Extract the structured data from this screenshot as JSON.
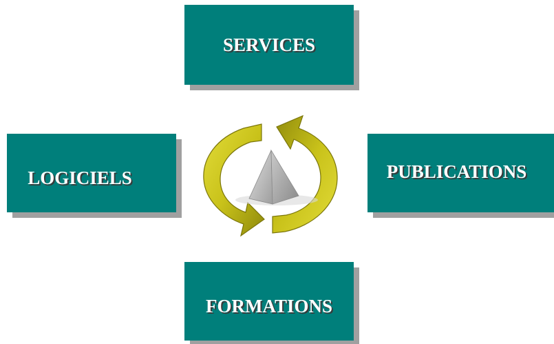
{
  "colors": {
    "box_fill": "#007f7b",
    "box_shadow": "#a0a0a0",
    "arrow_fill": "#c9c21a",
    "arrow_dark": "#8f8a0c",
    "pyramid": "#b8b8b8"
  },
  "boxes": {
    "services": "SERVICES",
    "logiciels": "LOGICIELS",
    "publications": "PUBLICATIONS",
    "formations": "FORMATIONS"
  },
  "center": {
    "icon": "pyramid-icon",
    "arrows_icon": "cycle-arrows-icon"
  }
}
